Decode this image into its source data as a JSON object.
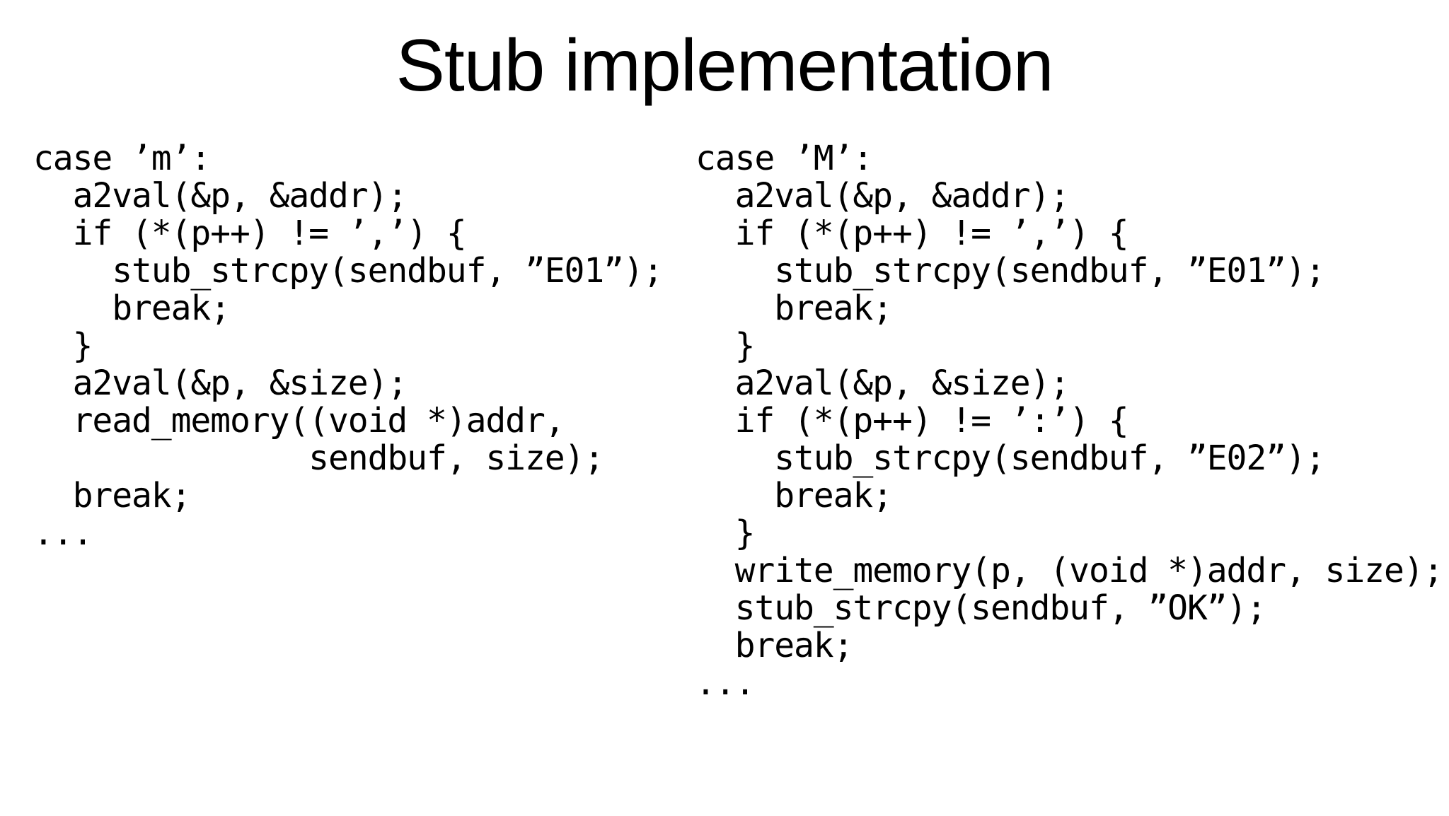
{
  "slide": {
    "title": "Stub implementation",
    "colors": {
      "background": "#ffffff",
      "text": "#000000"
    },
    "code_columns": [
      {
        "name": "case-m-read-memory",
        "lines": [
          "case ’m’:",
          "  a2val(&p, &addr);",
          "  if (*(p++) != ’,’) {",
          "    stub_strcpy(sendbuf, ”E01”);",
          "    break;",
          "  }",
          "  a2val(&p, &size);",
          "  read_memory((void *)addr,",
          "              sendbuf, size);",
          "  break;",
          "..."
        ]
      },
      {
        "name": "case-M-write-memory",
        "lines": [
          "case ’M’:",
          "  a2val(&p, &addr);",
          "  if (*(p++) != ’,’) {",
          "    stub_strcpy(sendbuf, ”E01”);",
          "    break;",
          "  }",
          "  a2val(&p, &size);",
          "  if (*(p++) != ’:’) {",
          "    stub_strcpy(sendbuf, ”E02”);",
          "    break;",
          "  }",
          "  write_memory(p, (void *)addr, size);",
          "  stub_strcpy(sendbuf, ”OK”);",
          "  break;",
          "..."
        ]
      }
    ]
  }
}
